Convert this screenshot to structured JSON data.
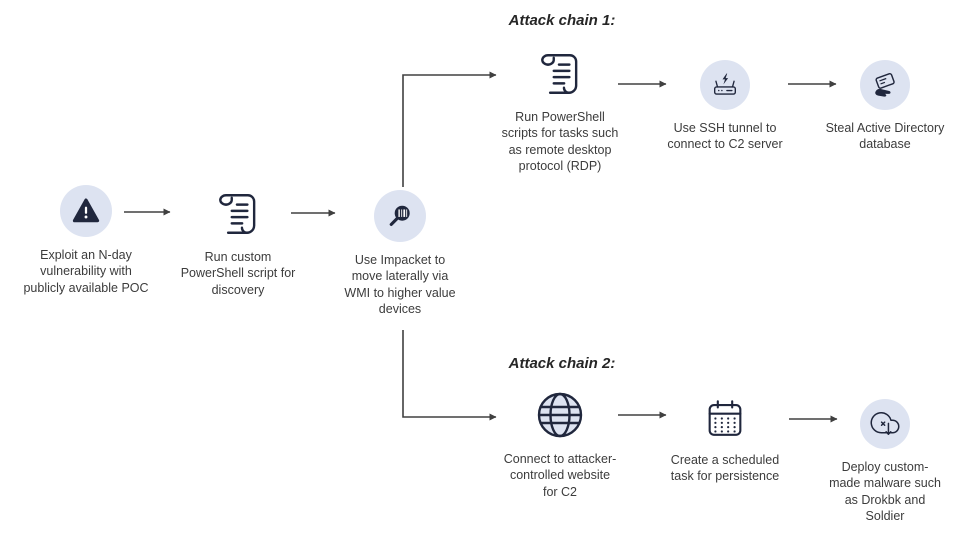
{
  "diagram": {
    "chain1_title": "Attack chain 1:",
    "chain2_title": "Attack chain 2:",
    "main_flow": [
      {
        "icon": "warning-triangle",
        "label": "Exploit an N-day vulnerability with publicly available POC"
      },
      {
        "icon": "script-scroll",
        "label": "Run custom PowerShell script for discovery"
      },
      {
        "icon": "impacket-search",
        "label": "Use Impacket to move laterally via WMI to higher value devices"
      }
    ],
    "chain1": [
      {
        "icon": "script-scroll",
        "label": "Run PowerShell scripts for tasks such as remote desktop protocol (RDP)"
      },
      {
        "icon": "ssh-router",
        "label": "Use SSH tunnel to connect to C2 server"
      },
      {
        "icon": "steal-database",
        "label": "Steal Active Directory database"
      }
    ],
    "chain2": [
      {
        "icon": "globe",
        "label": "Connect to attacker-controlled website for C2"
      },
      {
        "icon": "calendar",
        "label": "Create a scheduled task for persistence"
      },
      {
        "icon": "cloud-malware",
        "label": "Deploy custom-made malware such as Drokbk and Soldier"
      }
    ]
  },
  "colors": {
    "node_bg": "#dde3f1",
    "icon": "#20273d",
    "arrow": "#404040",
    "text": "#3c3c3c",
    "title": "#262626"
  }
}
